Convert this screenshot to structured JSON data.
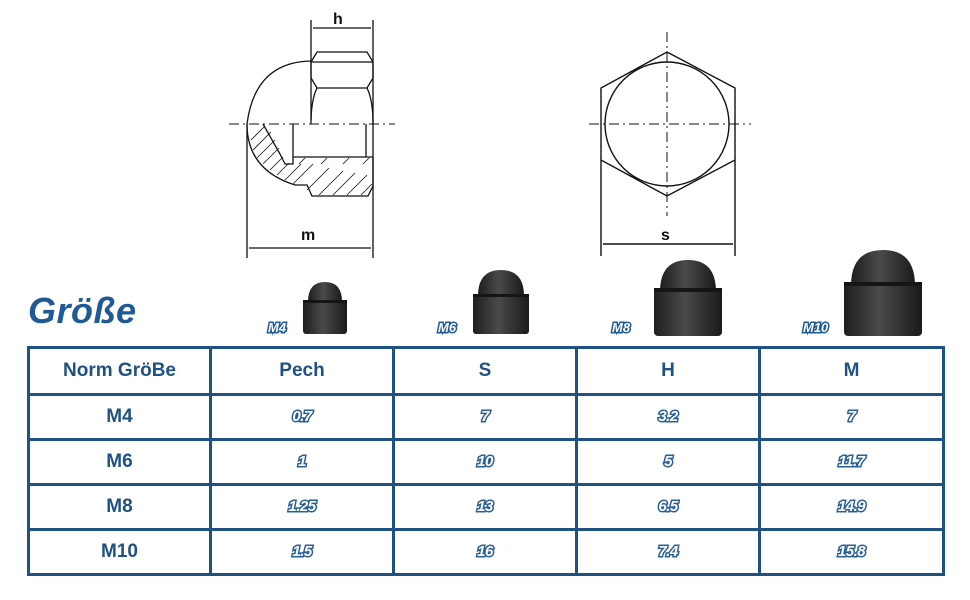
{
  "diagrams": {
    "side_view": {
      "label_h": "h",
      "label_m": "m"
    },
    "top_view": {
      "label_s": "s"
    }
  },
  "heading": {
    "title": "Größe"
  },
  "products": [
    {
      "label": "M4"
    },
    {
      "label": "M6"
    },
    {
      "label": "M8"
    },
    {
      "label": "M10"
    }
  ],
  "table": {
    "headers": [
      "Norm GröBe",
      "Pech",
      "S",
      "H",
      "M"
    ],
    "rows": [
      {
        "size": "M4",
        "pech": "0.7",
        "s": "7",
        "h": "3.2",
        "m": "7"
      },
      {
        "size": "M6",
        "pech": "1",
        "s": "10",
        "h": "5",
        "m": "11.7"
      },
      {
        "size": "M8",
        "pech": "1.25",
        "s": "13",
        "h": "6.5",
        "m": "14.9"
      },
      {
        "size": "M10",
        "pech": "1.5",
        "s": "16",
        "h": "7.4",
        "m": "15.8"
      }
    ]
  },
  "colors": {
    "accent": "#1f5a96",
    "border": "#1f5182"
  }
}
